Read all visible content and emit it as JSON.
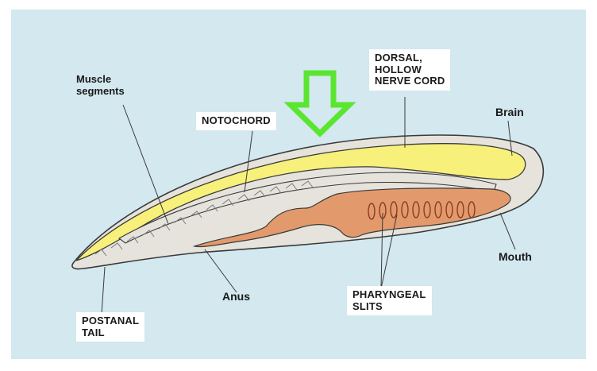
{
  "labels": {
    "muscle_segments": "Muscle\nsegments",
    "notochord": "NOTOCHORD",
    "dorsal_nerve_cord": "DORSAL,\nHOLLOW\nNERVE CORD",
    "brain": "Brain",
    "mouth": "Mouth",
    "anus": "Anus",
    "pharyngeal_slits": "PHARYNGEAL\nSLITS",
    "postanal_tail": "POSTANAL\nTAIL"
  },
  "colors": {
    "background": "#d3e8ef",
    "body": "#e6e3dc",
    "nerve_cord": "#f7f07a",
    "gut": "#e29a6c",
    "outline": "#3a3a3a",
    "arrow": "#5ae630"
  },
  "icons": {
    "pointer": "down-arrow-icon"
  }
}
